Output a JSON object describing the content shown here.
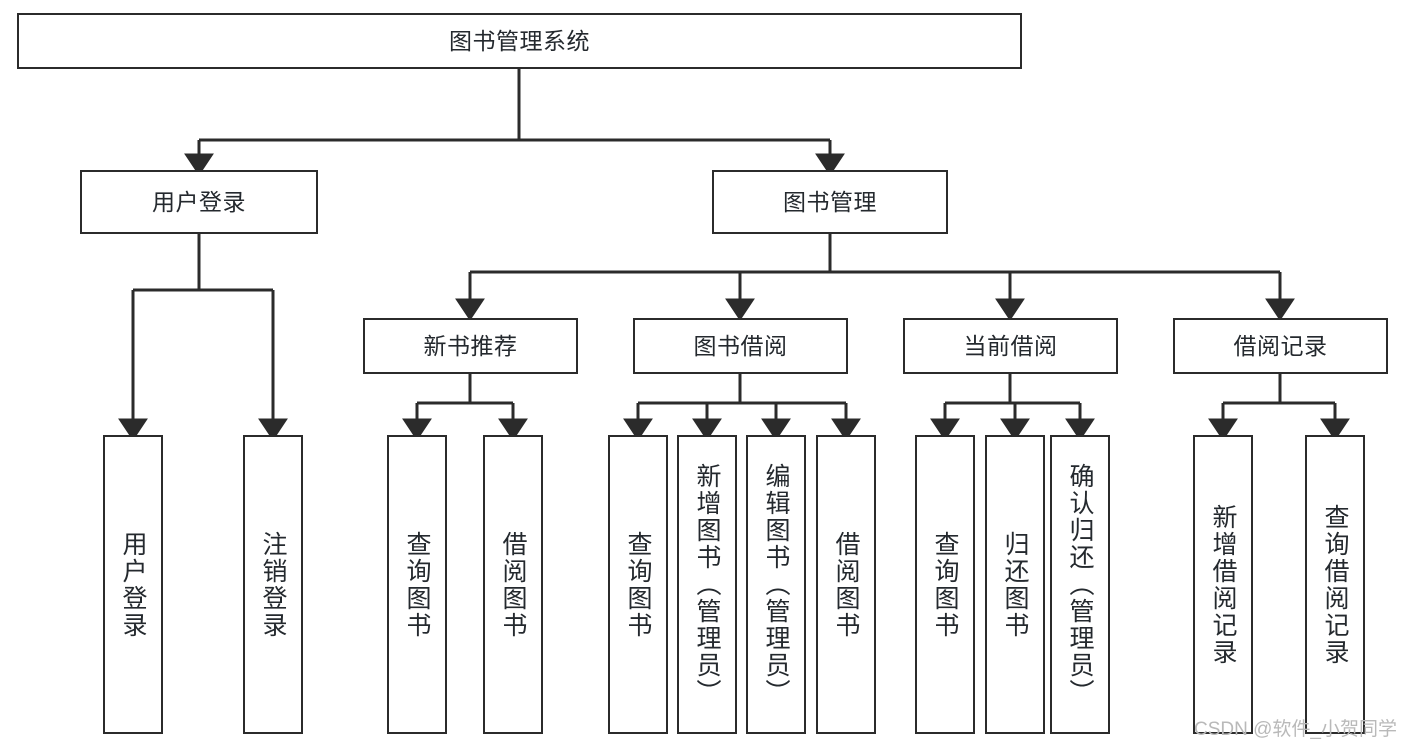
{
  "diagram": {
    "type": "tree-hierarchy-chart",
    "title": "图书管理系统",
    "orientation": "top-down",
    "colors": {
      "box_border": "#2b2b2b",
      "box_fill": "#ffffff",
      "connector": "#2b2b2b",
      "text": "#24292e",
      "watermark": "#b9b9b9",
      "background": "#ffffff"
    },
    "nodes": {
      "root": {
        "label": "图书管理系统",
        "level": 1,
        "orientation": "horizontal"
      },
      "level2": [
        {
          "id": "user-login",
          "label": "用户登录",
          "orientation": "horizontal"
        },
        {
          "id": "book-manage",
          "label": "图书管理",
          "orientation": "horizontal"
        }
      ],
      "level3": [
        {
          "id": "new-book-recommend",
          "label": "新书推荐",
          "orientation": "horizontal",
          "parent": "book-manage"
        },
        {
          "id": "book-borrow",
          "label": "图书借阅",
          "orientation": "horizontal",
          "parent": "book-manage"
        },
        {
          "id": "current-borrow",
          "label": "当前借阅",
          "orientation": "horizontal",
          "parent": "book-manage"
        },
        {
          "id": "borrow-record",
          "label": "借阅记录",
          "orientation": "horizontal",
          "parent": "book-manage"
        }
      ],
      "leaves": [
        {
          "id": "leaf-user-login",
          "label": "用户登录",
          "parent": "user-login",
          "orientation": "vertical"
        },
        {
          "id": "leaf-user-logout",
          "label": "注销登录",
          "parent": "user-login",
          "orientation": "vertical"
        },
        {
          "id": "leaf-query-book-1",
          "label": "查询图书",
          "parent": "new-book-recommend",
          "orientation": "vertical"
        },
        {
          "id": "leaf-borrow-book-1",
          "label": "借阅图书",
          "parent": "new-book-recommend",
          "orientation": "vertical"
        },
        {
          "id": "leaf-query-book-2",
          "label": "查询图书",
          "parent": "book-borrow",
          "orientation": "vertical"
        },
        {
          "id": "leaf-add-book",
          "label": "新增图书（管理员）",
          "parent": "book-borrow",
          "orientation": "vertical"
        },
        {
          "id": "leaf-edit-book",
          "label": "编辑图书（管理员）",
          "parent": "book-borrow",
          "orientation": "vertical"
        },
        {
          "id": "leaf-borrow-book-2",
          "label": "借阅图书",
          "parent": "book-borrow",
          "orientation": "vertical"
        },
        {
          "id": "leaf-query-book-3",
          "label": "查询图书",
          "parent": "current-borrow",
          "orientation": "vertical"
        },
        {
          "id": "leaf-return-book",
          "label": "归还图书",
          "parent": "current-borrow",
          "orientation": "vertical"
        },
        {
          "id": "leaf-confirm-return",
          "label": "确认归还（管理员）",
          "parent": "current-borrow",
          "orientation": "vertical"
        },
        {
          "id": "leaf-add-record",
          "label": "新增借阅记录",
          "parent": "borrow-record",
          "orientation": "vertical"
        },
        {
          "id": "leaf-query-record",
          "label": "查询借阅记录",
          "parent": "borrow-record",
          "orientation": "vertical"
        }
      ]
    }
  },
  "watermark": {
    "text": "CSDN @软件_小贺同学"
  }
}
